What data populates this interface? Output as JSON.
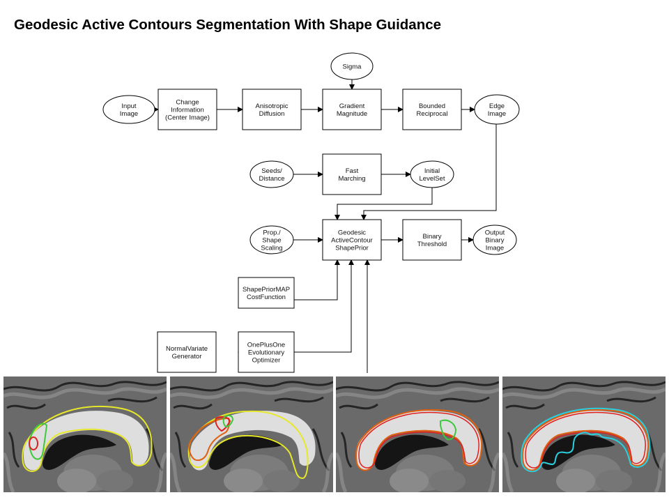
{
  "title": "Geodesic Active Contours Segmentation With Shape Guidance",
  "diagram": {
    "nodes": [
      {
        "id": "input_image",
        "shape": "ellipse",
        "lines": [
          "Input",
          "Image"
        ]
      },
      {
        "id": "change_info",
        "shape": "rect",
        "lines": [
          "Change",
          "Information",
          "(Center Image)"
        ]
      },
      {
        "id": "aniso",
        "shape": "rect",
        "lines": [
          "Anisotropic",
          "Diffusion"
        ]
      },
      {
        "id": "sigma",
        "shape": "ellipse",
        "lines": [
          "Sigma"
        ]
      },
      {
        "id": "gradmag",
        "shape": "rect",
        "lines": [
          "Gradient",
          "Magnitude"
        ]
      },
      {
        "id": "bounded",
        "shape": "rect",
        "lines": [
          "Bounded",
          "Reciprocal"
        ]
      },
      {
        "id": "edge",
        "shape": "ellipse",
        "lines": [
          "Edge",
          "Image"
        ]
      },
      {
        "id": "seeds",
        "shape": "ellipse",
        "lines": [
          "Seeds/",
          "Distance"
        ]
      },
      {
        "id": "fastmarch",
        "shape": "rect",
        "lines": [
          "Fast",
          "Marching"
        ]
      },
      {
        "id": "initls",
        "shape": "ellipse",
        "lines": [
          "Initial",
          "LevelSet"
        ]
      },
      {
        "id": "propshape",
        "shape": "ellipse",
        "lines": [
          "Prop./",
          "Shape",
          "Scaling"
        ]
      },
      {
        "id": "geodesic",
        "shape": "rect",
        "lines": [
          "Geodesic",
          "ActiveContour",
          "ShapePrior"
        ]
      },
      {
        "id": "binthresh",
        "shape": "rect",
        "lines": [
          "Binary",
          "Threshold"
        ]
      },
      {
        "id": "output",
        "shape": "ellipse",
        "lines": [
          "Output",
          "Binary",
          "Image"
        ]
      },
      {
        "id": "costfn",
        "shape": "rect",
        "lines": [
          "ShapePriorMAP",
          "CostFunction"
        ]
      },
      {
        "id": "normvar",
        "shape": "rect",
        "lines": [
          "NormalVariate",
          "Generator"
        ]
      },
      {
        "id": "optimizer",
        "shape": "rect",
        "lines": [
          "OnePlusOne",
          "Evolutionary",
          "Optimizer"
        ]
      }
    ]
  },
  "images": [
    {
      "name": "brain-slice-1"
    },
    {
      "name": "brain-slice-2"
    },
    {
      "name": "brain-slice-3"
    },
    {
      "name": "brain-slice-4"
    }
  ]
}
